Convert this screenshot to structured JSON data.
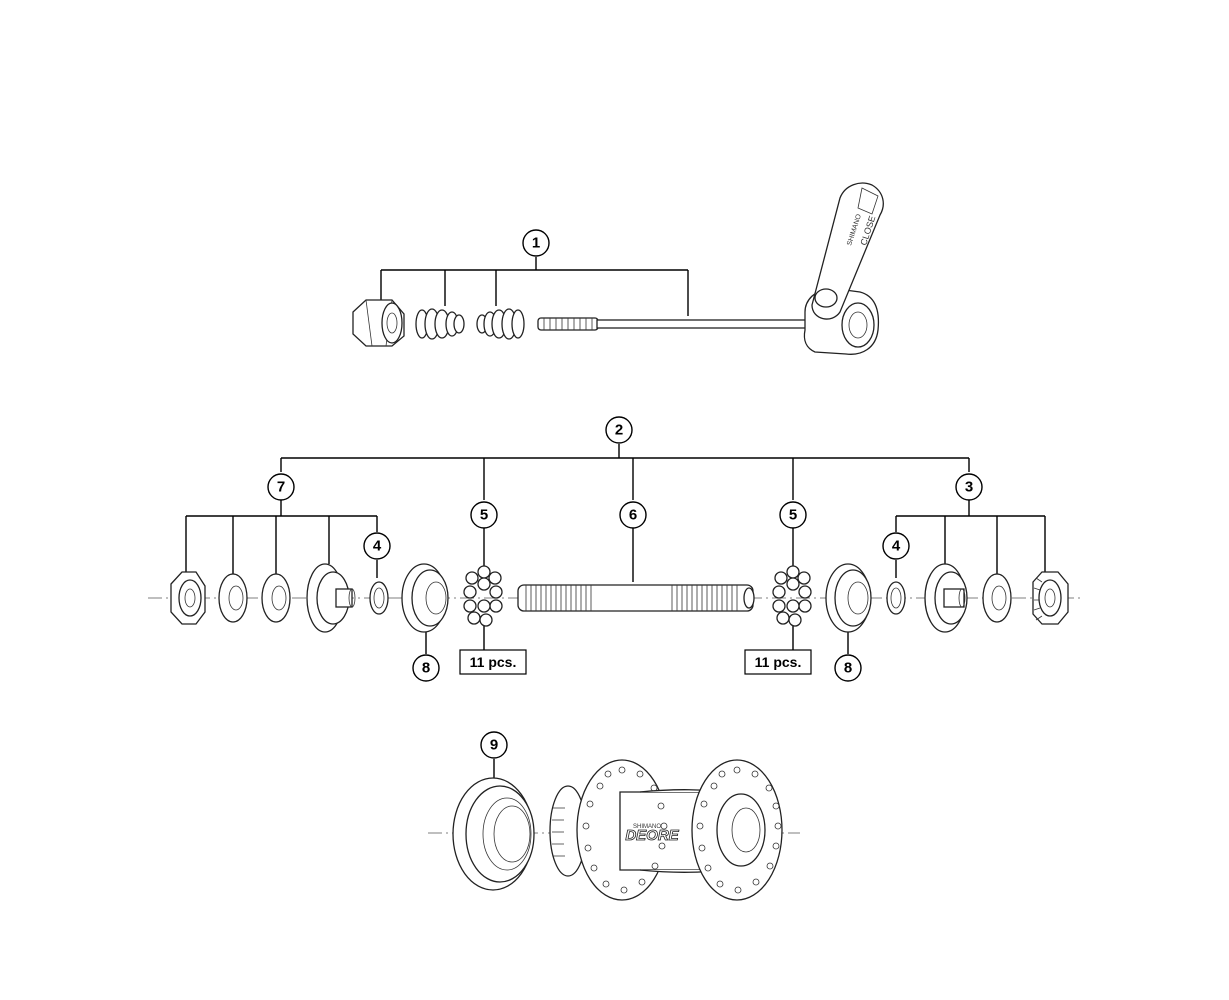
{
  "callouts": {
    "c1": "1",
    "c2": "2",
    "c3": "3",
    "c4a": "4",
    "c4b": "4",
    "c5a": "5",
    "c5b": "5",
    "c6": "6",
    "c7": "7",
    "c8a": "8",
    "c8b": "8",
    "c9": "9"
  },
  "quantities": {
    "left": "11 pcs.",
    "right": "11 pcs."
  },
  "lever_text": {
    "line1": "SHIMANO",
    "line2": "CLOSE"
  },
  "hub_logo": {
    "brand": "SHIMANO",
    "model": "DEORE"
  }
}
